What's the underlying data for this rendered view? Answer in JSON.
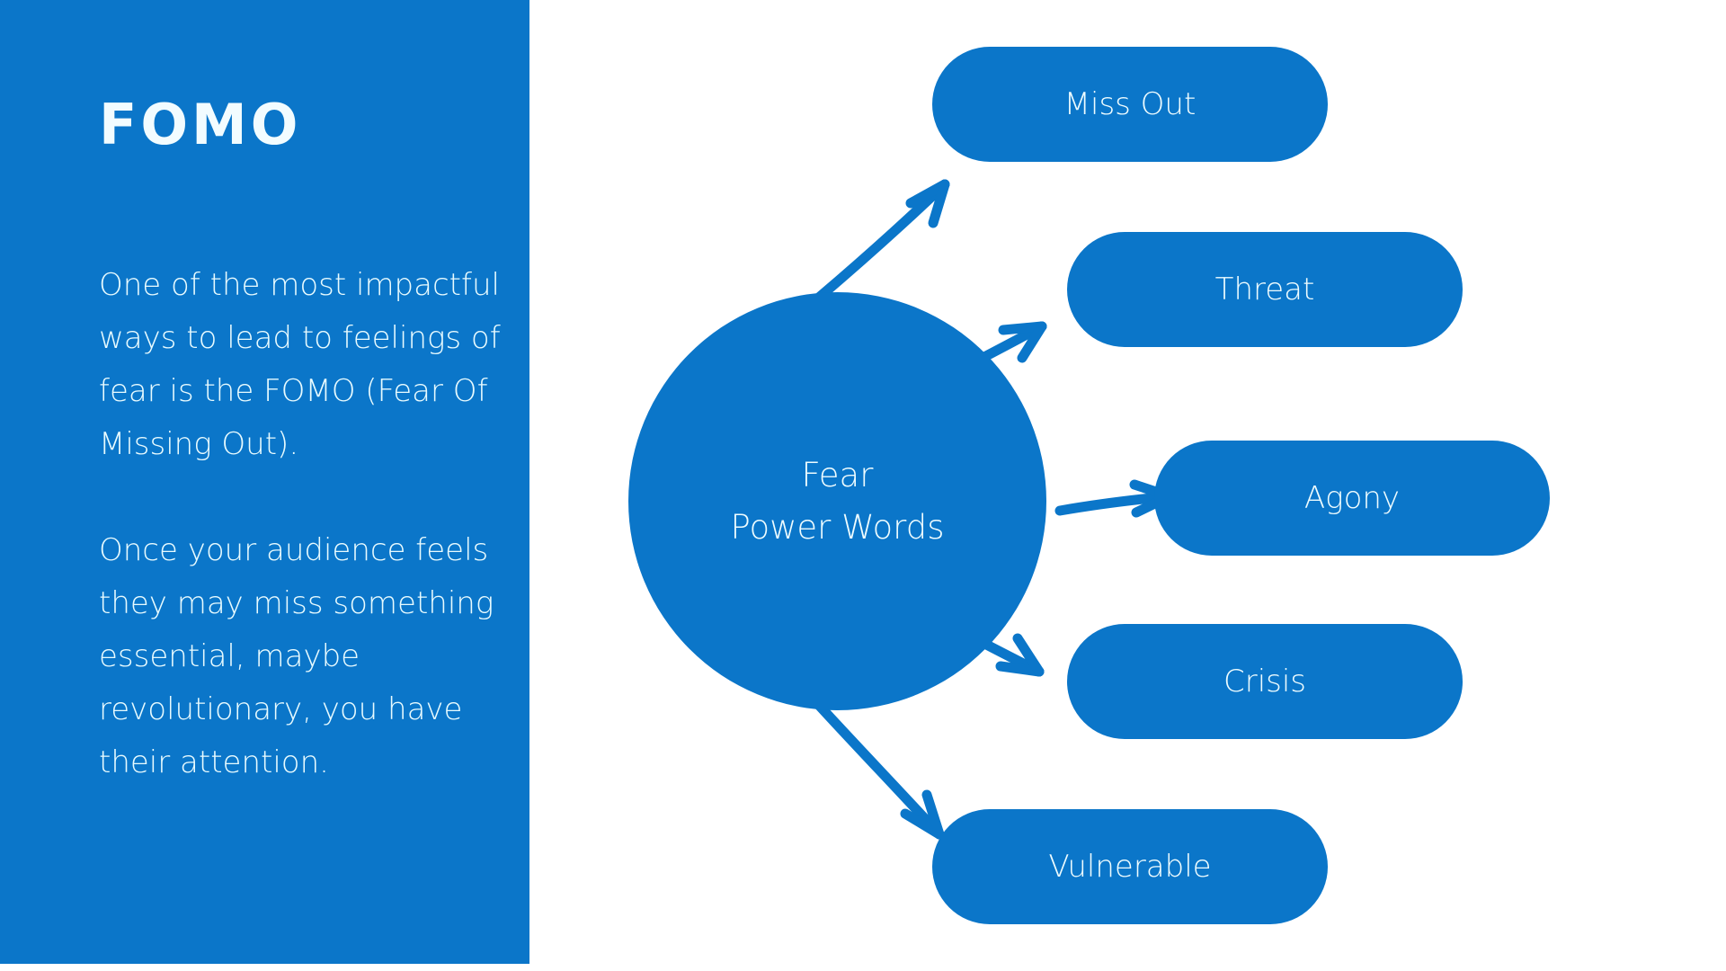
{
  "theme": {
    "brand_blue": "#0B76C9",
    "text_on_blue": "#eefcff",
    "canvas": "#ffffff"
  },
  "sidebar": {
    "title": "FOMO",
    "paragraph_1": "One of the most impactful ways to lead to feelings of fear is the FOMO (Fear Of Missing Out).",
    "paragraph_2": "Once your audience feels they may miss something essential, maybe revolutionary, you have their attention."
  },
  "diagram": {
    "type": "mindmap",
    "hub": {
      "label": "Fear\nPower Words"
    },
    "nodes": [
      {
        "label": "Miss Out"
      },
      {
        "label": "Threat"
      },
      {
        "label": "Agony"
      },
      {
        "label": "Crisis"
      },
      {
        "label": "Vulnerable"
      }
    ],
    "connectors": [
      {
        "from": "hub",
        "to": "Miss Out",
        "style": "hand-drawn-arrow"
      },
      {
        "from": "hub",
        "to": "Threat",
        "style": "hand-drawn-arrow"
      },
      {
        "from": "hub",
        "to": "Agony",
        "style": "hand-drawn-arrow"
      },
      {
        "from": "hub",
        "to": "Crisis",
        "style": "hand-drawn-arrow"
      },
      {
        "from": "hub",
        "to": "Vulnerable",
        "style": "hand-drawn-arrow"
      }
    ]
  }
}
